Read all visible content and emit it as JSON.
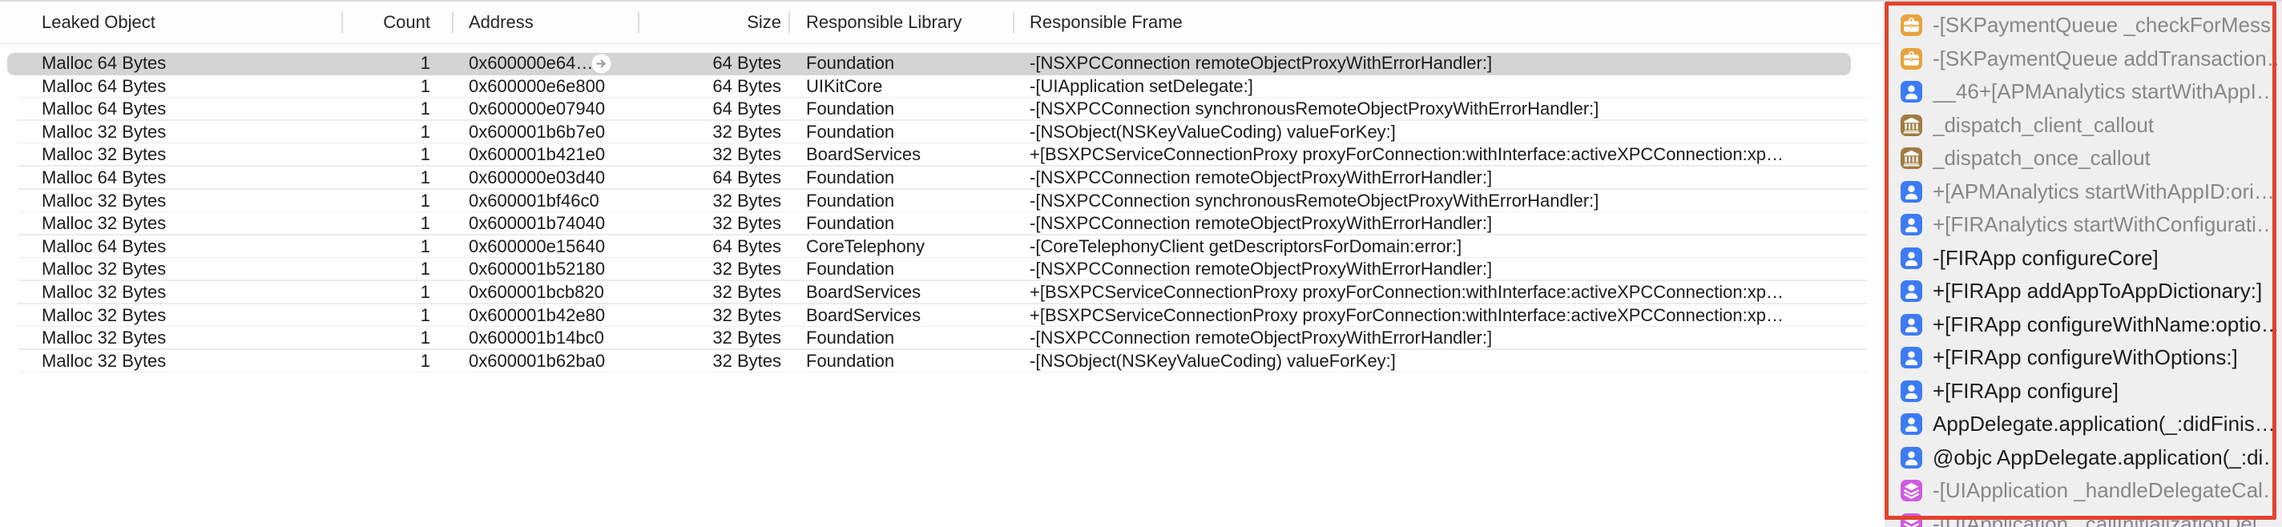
{
  "colors": {
    "stack_highlight_border": "#e2432e",
    "selected_row_background": "#d4d4d4",
    "sidebar_background": "#efefef",
    "icons": {
      "briefcase-icon": "#e7a33c",
      "user-icon": "#3d7bf3",
      "system-icon": "#9f7c42",
      "layers-icon": "#cf5be0"
    }
  },
  "header": {
    "columns": [
      {
        "label": "Leaked Object"
      },
      {
        "label": "Count"
      },
      {
        "label": "Address"
      },
      {
        "label": "Size"
      },
      {
        "label": "Responsible Library"
      },
      {
        "label": "Responsible Frame"
      }
    ]
  },
  "table": {
    "rows": [
      {
        "object": "Malloc 64 Bytes",
        "count": "1",
        "address": "0x600000e64…",
        "size": "64 Bytes",
        "library": "Foundation",
        "frame": "-[NSXPCConnection remoteObjectProxyWithErrorHandler:]",
        "selected": true,
        "focus_button": true
      },
      {
        "object": "Malloc 64 Bytes",
        "count": "1",
        "address": "0x600000e6e800",
        "size": "64 Bytes",
        "library": "UIKitCore",
        "frame": "-[UIApplication setDelegate:]",
        "selected": false,
        "focus_button": false
      },
      {
        "object": "Malloc 64 Bytes",
        "count": "1",
        "address": "0x600000e07940",
        "size": "64 Bytes",
        "library": "Foundation",
        "frame": "-[NSXPCConnection synchronousRemoteObjectProxyWithErrorHandler:]",
        "selected": false,
        "focus_button": false
      },
      {
        "object": "Malloc 32 Bytes",
        "count": "1",
        "address": "0x600001b6b7e0",
        "size": "32 Bytes",
        "library": "Foundation",
        "frame": "-[NSObject(NSKeyValueCoding) valueForKey:]",
        "selected": false,
        "focus_button": false
      },
      {
        "object": "Malloc 32 Bytes",
        "count": "1",
        "address": "0x600001b421e0",
        "size": "32 Bytes",
        "library": "BoardServices",
        "frame": "+[BSXPCServiceConnectionProxy proxyForConnection:withInterface:activeXPCConnection:xp…",
        "selected": false,
        "focus_button": false
      },
      {
        "object": "Malloc 64 Bytes",
        "count": "1",
        "address": "0x600000e03d40",
        "size": "64 Bytes",
        "library": "Foundation",
        "frame": "-[NSXPCConnection remoteObjectProxyWithErrorHandler:]",
        "selected": false,
        "focus_button": false
      },
      {
        "object": "Malloc 32 Bytes",
        "count": "1",
        "address": "0x600001bf46c0",
        "size": "32 Bytes",
        "library": "Foundation",
        "frame": "-[NSXPCConnection synchronousRemoteObjectProxyWithErrorHandler:]",
        "selected": false,
        "focus_button": false
      },
      {
        "object": "Malloc 32 Bytes",
        "count": "1",
        "address": "0x600001b74040",
        "size": "32 Bytes",
        "library": "Foundation",
        "frame": "-[NSXPCConnection remoteObjectProxyWithErrorHandler:]",
        "selected": false,
        "focus_button": false
      },
      {
        "object": "Malloc 64 Bytes",
        "count": "1",
        "address": "0x600000e15640",
        "size": "64 Bytes",
        "library": "CoreTelephony",
        "frame": "-[CoreTelephonyClient getDescriptorsForDomain:error:]",
        "selected": false,
        "focus_button": false
      },
      {
        "object": "Malloc 32 Bytes",
        "count": "1",
        "address": "0x600001b52180",
        "size": "32 Bytes",
        "library": "Foundation",
        "frame": "-[NSXPCConnection remoteObjectProxyWithErrorHandler:]",
        "selected": false,
        "focus_button": false
      },
      {
        "object": "Malloc 32 Bytes",
        "count": "1",
        "address": "0x600001bcb820",
        "size": "32 Bytes",
        "library": "BoardServices",
        "frame": "+[BSXPCServiceConnectionProxy proxyForConnection:withInterface:activeXPCConnection:xp…",
        "selected": false,
        "focus_button": false
      },
      {
        "object": "Malloc 32 Bytes",
        "count": "1",
        "address": "0x600001b42e80",
        "size": "32 Bytes",
        "library": "BoardServices",
        "frame": "+[BSXPCServiceConnectionProxy proxyForConnection:withInterface:activeXPCConnection:xp…",
        "selected": false,
        "focus_button": false
      },
      {
        "object": "Malloc 32 Bytes",
        "count": "1",
        "address": "0x600001b14bc0",
        "size": "32 Bytes",
        "library": "Foundation",
        "frame": "-[NSXPCConnection remoteObjectProxyWithErrorHandler:]",
        "selected": false,
        "focus_button": false
      },
      {
        "object": "Malloc 32 Bytes",
        "count": "1",
        "address": "0x600001b62ba0",
        "size": "32 Bytes",
        "library": "Foundation",
        "frame": "-[NSObject(NSKeyValueCoding) valueForKey:]",
        "selected": false,
        "focus_button": false
      }
    ]
  },
  "stack": {
    "items": [
      {
        "icon": "briefcase-icon",
        "label": "-[SKPaymentQueue _checkForMess…",
        "tone": "gray"
      },
      {
        "icon": "briefcase-icon",
        "label": "-[SKPaymentQueue addTransaction…",
        "tone": "gray"
      },
      {
        "icon": "user-icon",
        "label": "__46+[APMAnalytics startWithAppI…",
        "tone": "gray"
      },
      {
        "icon": "system-icon",
        "label": "_dispatch_client_callout",
        "tone": "gray"
      },
      {
        "icon": "system-icon",
        "label": "_dispatch_once_callout",
        "tone": "gray"
      },
      {
        "icon": "user-icon",
        "label": "+[APMAnalytics startWithAppID:ori…",
        "tone": "gray"
      },
      {
        "icon": "user-icon",
        "label": "+[FIRAnalytics startWithConfigurati…",
        "tone": "gray"
      },
      {
        "icon": "user-icon",
        "label": "-[FIRApp configureCore]",
        "tone": "black"
      },
      {
        "icon": "user-icon",
        "label": "+[FIRApp addAppToAppDictionary:]",
        "tone": "black"
      },
      {
        "icon": "user-icon",
        "label": "+[FIRApp configureWithName:optio…",
        "tone": "black"
      },
      {
        "icon": "user-icon",
        "label": "+[FIRApp configureWithOptions:]",
        "tone": "black"
      },
      {
        "icon": "user-icon",
        "label": "+[FIRApp configure]",
        "tone": "black"
      },
      {
        "icon": "user-icon",
        "label": "AppDelegate.application(_:didFinis…",
        "tone": "black"
      },
      {
        "icon": "user-icon",
        "label": "@objc AppDelegate.application(_:di…",
        "tone": "black"
      },
      {
        "icon": "layers-icon",
        "label": "-[UIApplication _handleDelegateCal…",
        "tone": "gray"
      },
      {
        "icon": "layers-icon",
        "label": "-[UIApplication _callInitializationDel…",
        "tone": "gray"
      }
    ]
  }
}
